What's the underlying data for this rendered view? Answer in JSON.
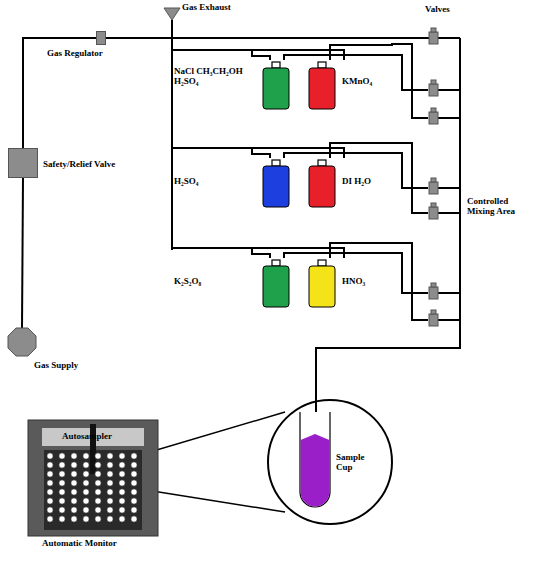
{
  "diagram": {
    "nodes": [
      {
        "text": [
          "Gas Supply"
        ]
      },
      {
        "text": [
          "Safety/Relief Valve"
        ]
      },
      {
        "text": [
          "Gas Regulator"
        ]
      },
      {
        "text": [
          "Gas Exhaust"
        ]
      },
      {
        "text": [
          "NaCl CH₃CH₂OH H₂SO₄"
        ]
      },
      {
        "text": [
          "KMnO₄"
        ]
      },
      {
        "text": [
          "H₂SO₄"
        ]
      },
      {
        "text": [
          "DI H₂O"
        ]
      },
      {
        "text": [
          "K₂S₂O₈"
        ]
      },
      {
        "text": [
          "HNO₃"
        ]
      },
      {
        "text": [
          "Autosampler",
          "Automatic Monitor"
        ]
      },
      {
        "text": [
          "Sample Cup"
        ]
      }
    ],
    "edges": [
      {
        "from": 0,
        "to": 1,
        "arrow": "none"
      },
      {
        "from": 1,
        "to": 2,
        "arrow": "none"
      }
    ],
    "labels": [
      "Valves",
      "Controlled Mixing Area"
    ]
  }
}
